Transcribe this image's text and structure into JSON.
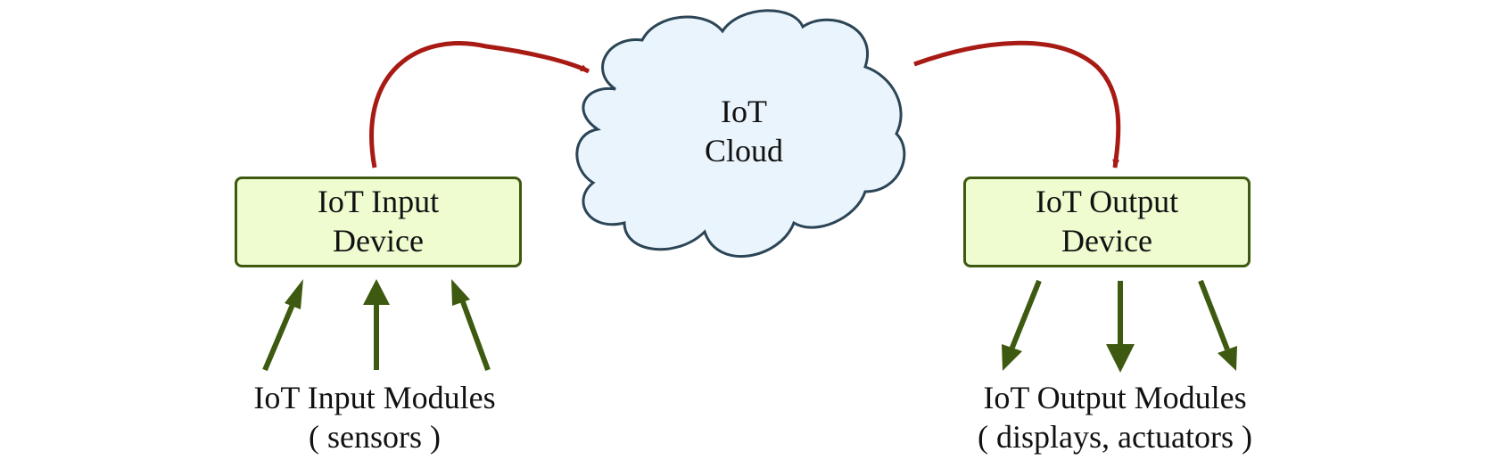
{
  "cloud": {
    "line1": "IoT",
    "line2": "Cloud"
  },
  "input_device": {
    "line1": "IoT Input",
    "line2": "Device"
  },
  "output_device": {
    "line1": "IoT Output",
    "line2": "Device"
  },
  "input_modules": {
    "line1": "IoT Input Modules",
    "line2": "( sensors )"
  },
  "output_modules": {
    "line1": "IoT Output Modules",
    "line2": "( displays, actuators )"
  },
  "colors": {
    "device_fill": "#eefcd0",
    "device_border": "#3e5a10",
    "cloud_fill": "#eaf4fc",
    "cloud_stroke": "#2b4556",
    "cloud_arrow": "#a81a14",
    "module_arrow": "#3e5a10"
  }
}
